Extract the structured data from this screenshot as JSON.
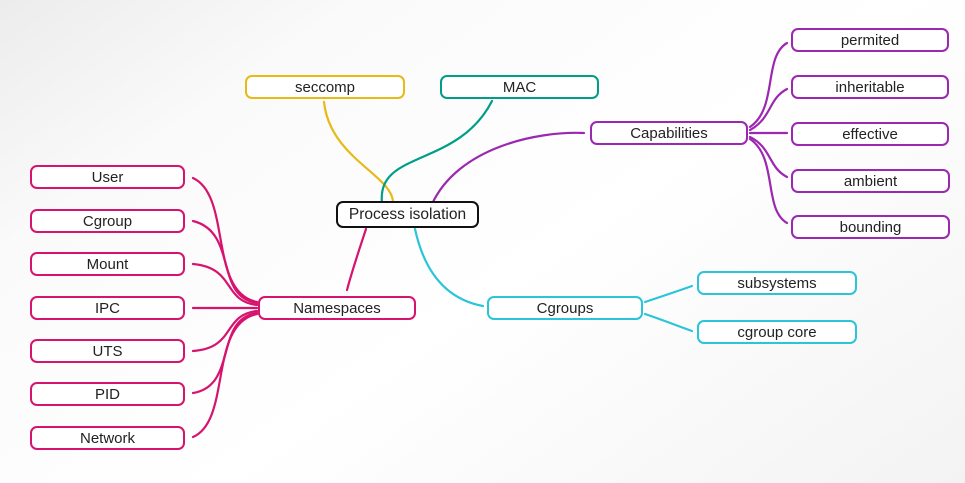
{
  "root": {
    "label": "Process isolation",
    "border_color": "#111111"
  },
  "branches": {
    "seccomp": {
      "label": "seccomp",
      "color": "#e8ba16"
    },
    "mac": {
      "label": "MAC",
      "color": "#009e87"
    },
    "capabilities": {
      "label": "Capabilities",
      "color": "#9c27b0",
      "children": [
        "permited",
        "inheritable",
        "effective",
        "ambient",
        "bounding"
      ]
    },
    "namespaces": {
      "label": "Namespaces",
      "color": "#d6136e",
      "children": [
        "User",
        "Cgroup",
        "Mount",
        "IPC",
        "UTS",
        "PID",
        "Network"
      ]
    },
    "cgroups": {
      "label": "Cgroups",
      "color": "#2cc4d9",
      "children": [
        "subsystems",
        "cgroup core"
      ]
    }
  },
  "background": {
    "gradient_from": "#ececec",
    "gradient_to": "#f3f3f3"
  }
}
